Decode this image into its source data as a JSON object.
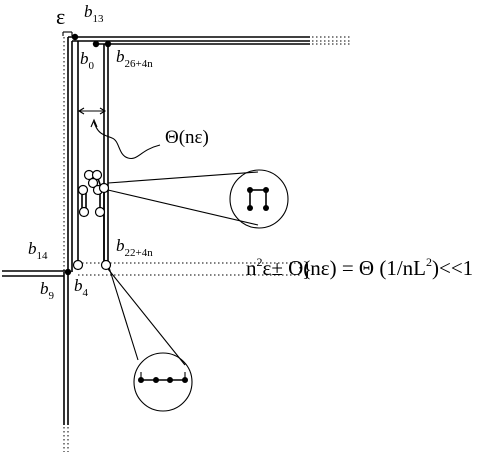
{
  "labels": {
    "epsilon": "ε",
    "b13": {
      "base": "b",
      "sub": "13"
    },
    "b0": {
      "base": "b",
      "sub": "0"
    },
    "b26": {
      "base": "b",
      "sub": "26+4n"
    },
    "b14": {
      "base": "b",
      "sub": "14"
    },
    "b22": {
      "base": "b",
      "sub": "22+4n"
    },
    "b9": {
      "base": "b",
      "sub": "9"
    },
    "b4": {
      "base": "b",
      "sub": "4"
    },
    "theta": "Θ(nε)",
    "brace": "}"
  },
  "formula": {
    "n": "n",
    "sq1": "2",
    "part1": "ε± O(nε) = Θ (1/nL",
    "sq2": "2",
    "part2": ")<<1"
  },
  "icons": {
    "zoom_top": "square-of-four-points-icon",
    "zoom_bottom": "row-of-four-points-icon"
  }
}
